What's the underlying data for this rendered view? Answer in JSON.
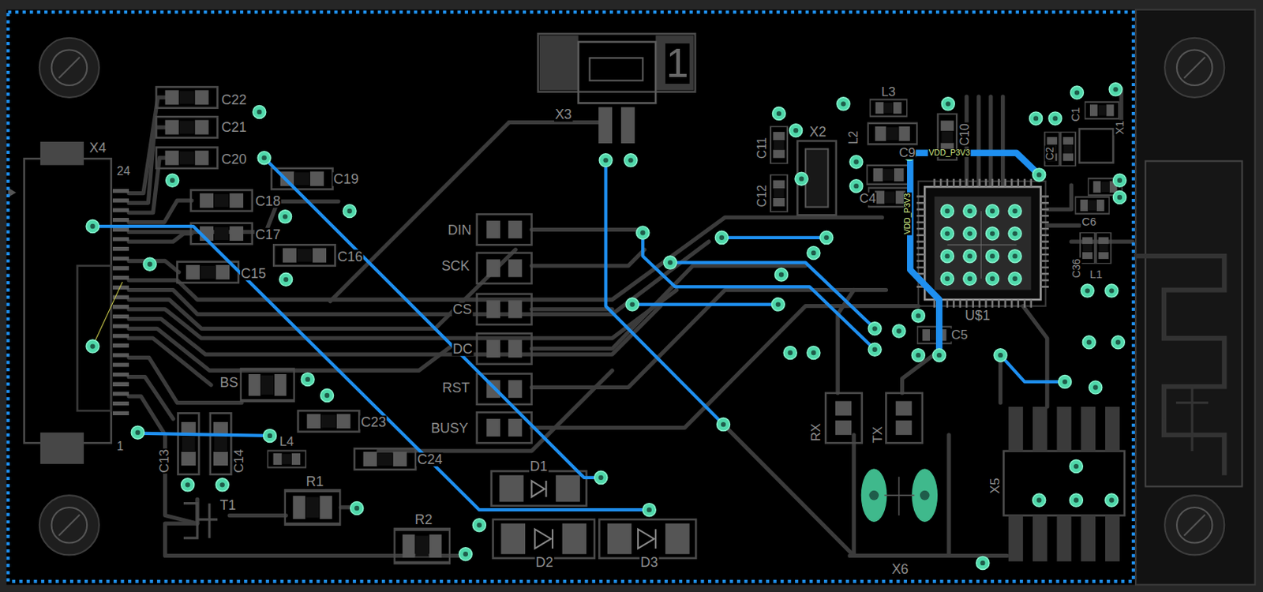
{
  "diagram": {
    "labels": [
      "X4",
      "24",
      "1",
      "C22",
      "C21",
      "C20",
      "C19",
      "C18",
      "C17",
      "C16",
      "C15",
      "BS",
      "C13",
      "C14",
      "L4",
      "C23",
      "C24",
      "R1",
      "T1",
      "R2",
      "DIN",
      "SCK",
      "CS",
      "DC",
      "RST",
      "BUSY",
      "X3",
      "1",
      "D1",
      "D2",
      "D3",
      "C11",
      "C12",
      "X2",
      "L3",
      "L2",
      "C9",
      "C4",
      "C10",
      "VDD_P3V3",
      "VDD_P3V3",
      "U$1",
      "C5",
      "RX",
      "TX",
      "X6",
      "X5",
      "C1",
      "X1",
      "C6",
      "C36",
      "L1",
      "C2"
    ]
  }
}
